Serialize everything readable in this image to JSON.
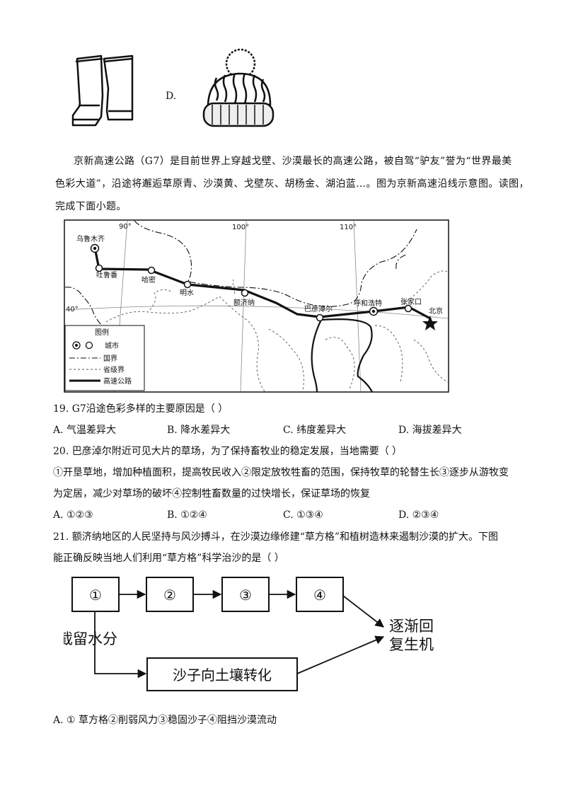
{
  "option_d_label": "D.",
  "passage": {
    "line1": "京新高速公路（G7）是目前世界上穿越戈壁、沙漠最长的高速公路，被自驾“驴友”誉为“世界最美",
    "line2": "色彩大道”，沿途将邂逅草原青、沙漠黄、戈壁灰、胡杨金、湖泊蓝…。图为京新高速沿线示意图。读图，",
    "line3": "完成下面小题。"
  },
  "map": {
    "longitudes": [
      "90°",
      "100°",
      "110°"
    ],
    "latitude": "40°",
    "cities": [
      "乌鲁木齐",
      "吐鲁番",
      "哈密",
      "明水",
      "额济纳",
      "巴彦淖尔",
      "呼和浩特",
      "张家口",
      "北京"
    ],
    "legend": {
      "title": "图例",
      "city": "城市",
      "national_border": "国界",
      "provincial_border": "省级界",
      "highway": "高速公路"
    }
  },
  "questions": [
    {
      "stem": "19. G7沿途色彩多样的主要原因是（     ）",
      "options": [
        "A.  气温差异大",
        "B.  降水差异大",
        "C.  纬度差异大",
        "D.  海拔差异大"
      ]
    },
    {
      "stem": "20. 巴彦淖尔附近可见大片的草场，为了保持畜牧业的稳定发展，当地需要（     ）",
      "body1": "①开垦草地，增加种植面积，提高牧民收入②限定放牧牲畜的范围，保持牧草的轮替生长③逐步从游牧变",
      "body2": "为定居，减少对草场的破坏④控制牲畜数量的过快增长，保证草场的恢复",
      "options": [
        "A.  ①②③",
        "B.  ①②④",
        "C.  ①③④",
        "D.  ②③④"
      ]
    },
    {
      "stem1": "21. 额济纳地区的人民坚持与风沙搏斗，在沙漠边缘修建“草方格”和植树造林来遏制沙漠的扩大。下图",
      "stem2": "能正确反映当地人们利用“草方格”科学治沙的是（     ）"
    }
  ],
  "flow": {
    "boxes": [
      "①",
      "②",
      "③",
      "④"
    ],
    "intercept": "截留水分",
    "transform": "沙子向土壤转化",
    "result1": "逐渐回",
    "result2": "复生机"
  },
  "answer_a": "A. ① 草方格②削弱风力③稳固沙子④阻挡沙漠流动"
}
